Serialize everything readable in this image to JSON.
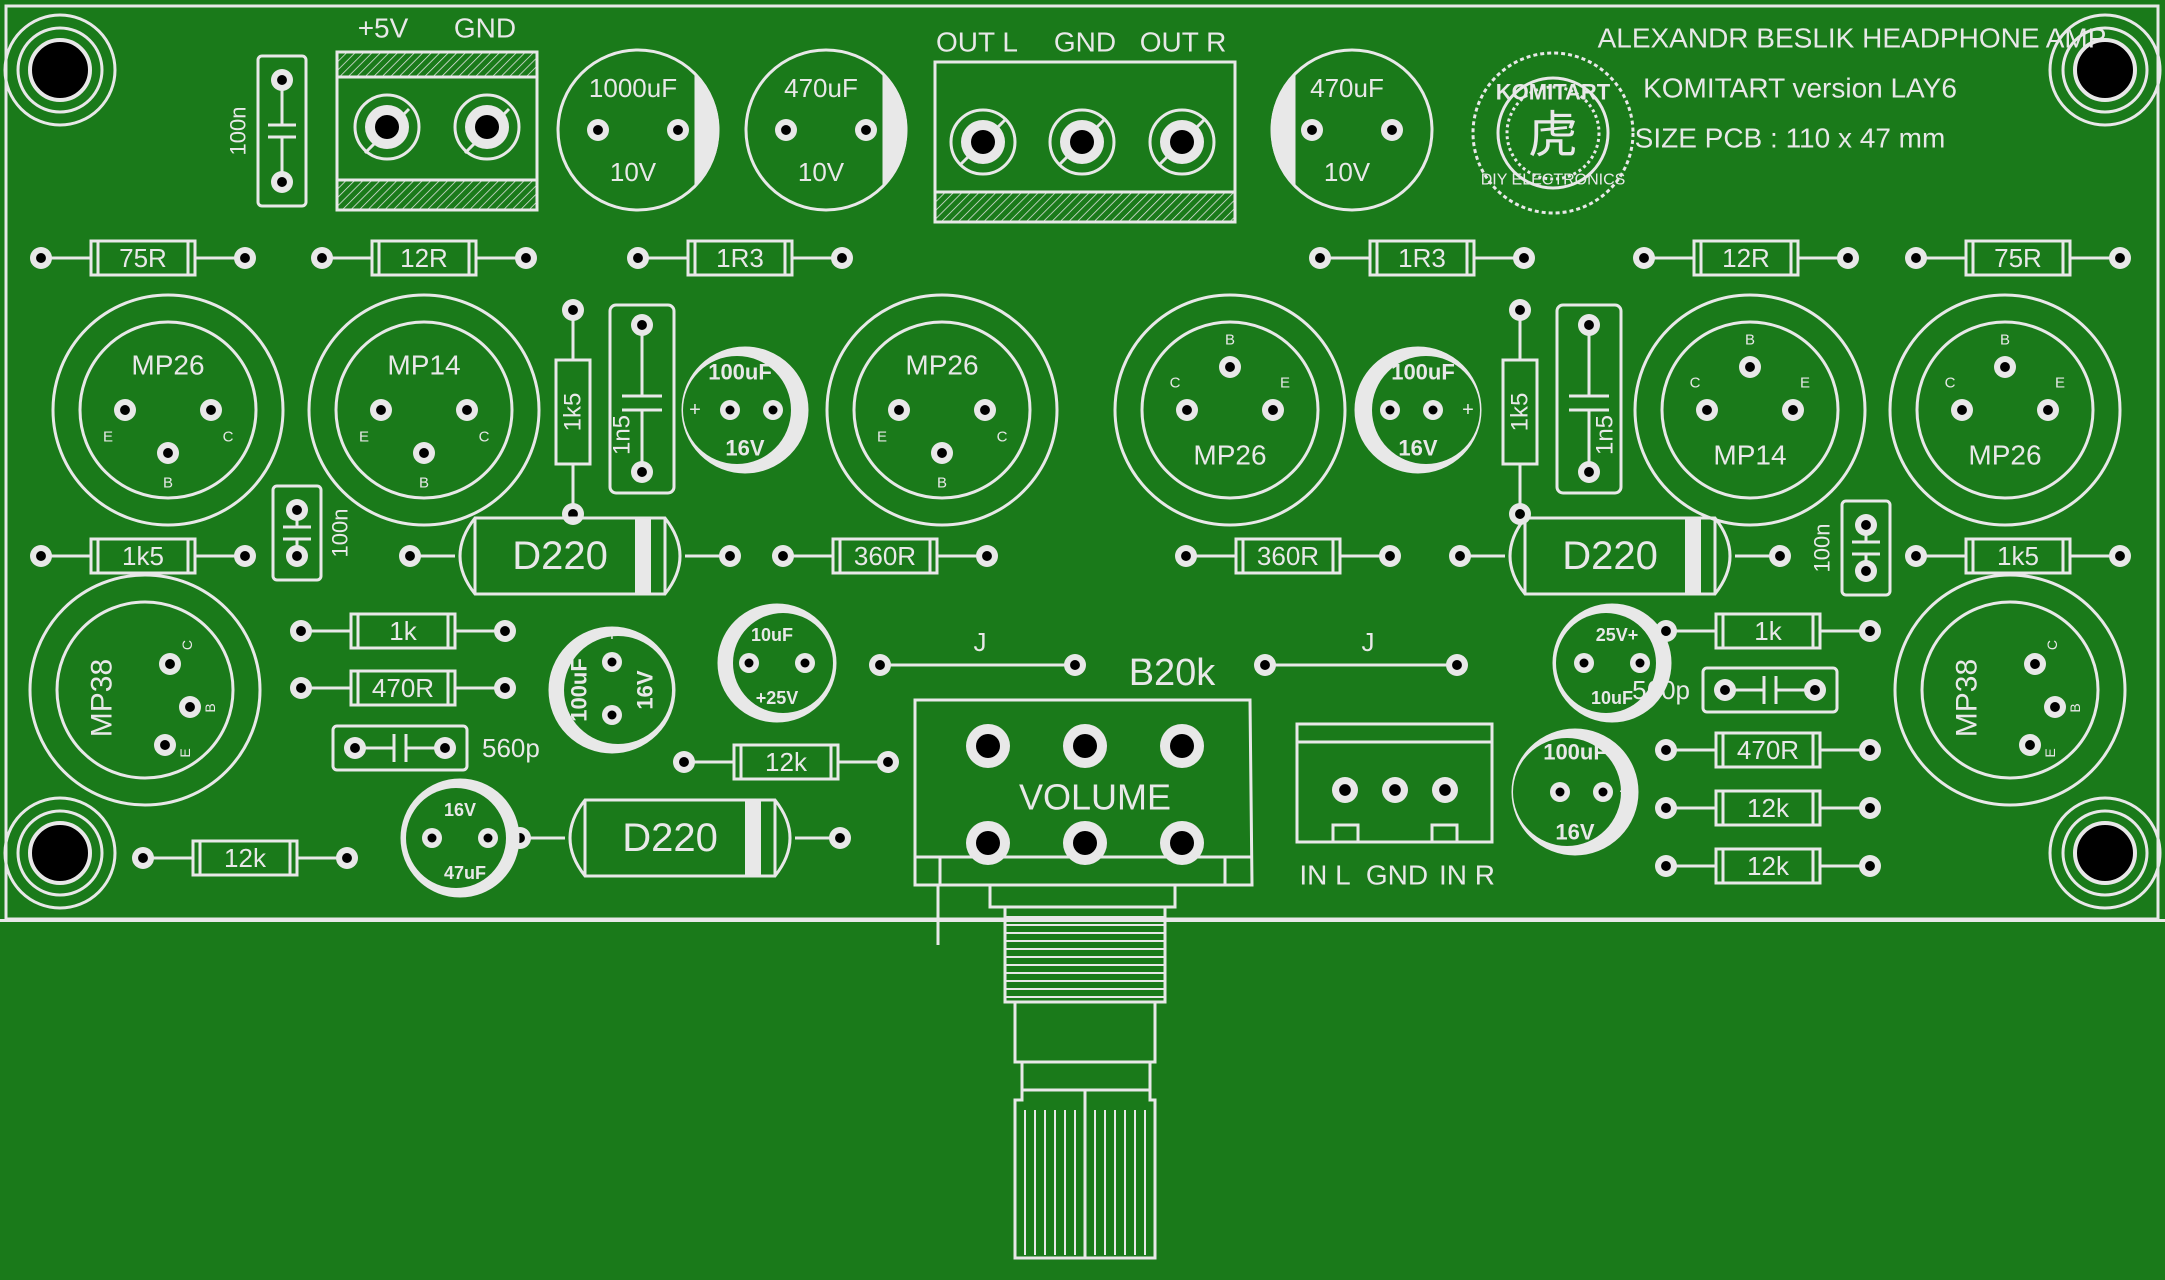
{
  "board": {
    "background": "#1a7a1a",
    "silk": "#e8e8e8",
    "title_lines": [
      "ALEXANDR BESLIK HEADPHONE AMP",
      "KOMITART version LAY6",
      "SIZE PCB : 110 x 47 mm"
    ]
  },
  "logo": {
    "ring_top": "KOMITART",
    "ring_bottom": "DIY ELECTRONICS",
    "glyph": "虎"
  },
  "connectors": {
    "power": {
      "labels": [
        "+5V",
        "GND"
      ]
    },
    "output": {
      "labels": [
        "OUT L",
        "GND",
        "OUT R"
      ]
    },
    "input": {
      "labels": [
        "IN L",
        "GND",
        "IN R"
      ]
    }
  },
  "potentiometer": {
    "value": "B20k",
    "label": "VOLUME",
    "jumpers": [
      "J",
      "J"
    ]
  },
  "resistors": [
    {
      "id": "r1",
      "value": "75R"
    },
    {
      "id": "r2",
      "value": "12R"
    },
    {
      "id": "r3",
      "value": "1R3"
    },
    {
      "id": "r4",
      "value": "1R3"
    },
    {
      "id": "r5",
      "value": "12R"
    },
    {
      "id": "r6",
      "value": "75R"
    },
    {
      "id": "r7",
      "value": "1k5"
    },
    {
      "id": "r8",
      "value": "1k5"
    },
    {
      "id": "r9",
      "value": "1k5"
    },
    {
      "id": "r10",
      "value": "360R"
    },
    {
      "id": "r11",
      "value": "360R"
    },
    {
      "id": "r12",
      "value": "1k5"
    },
    {
      "id": "r13",
      "value": "1k"
    },
    {
      "id": "r14",
      "value": "470R"
    },
    {
      "id": "r15",
      "value": "12k"
    },
    {
      "id": "r16",
      "value": "12k"
    },
    {
      "id": "r17",
      "value": "1k"
    },
    {
      "id": "r18",
      "value": "470R"
    },
    {
      "id": "r19",
      "value": "12k"
    },
    {
      "id": "r20",
      "value": "12k"
    }
  ],
  "transistors": [
    {
      "id": "q1",
      "label": "MP26",
      "pins": [
        "E",
        "B",
        "C"
      ]
    },
    {
      "id": "q2",
      "label": "MP14",
      "pins": [
        "E",
        "B",
        "C"
      ]
    },
    {
      "id": "q3",
      "label": "MP26",
      "pins": [
        "E",
        "B",
        "C"
      ]
    },
    {
      "id": "q4",
      "label": "MP26",
      "pins": [
        "C",
        "B",
        "E"
      ]
    },
    {
      "id": "q5",
      "label": "MP14",
      "pins": [
        "C",
        "B",
        "E"
      ]
    },
    {
      "id": "q6",
      "label": "MP26",
      "pins": [
        "C",
        "B",
        "E"
      ]
    },
    {
      "id": "q7",
      "label": "MP38",
      "pins": [
        "C",
        "B",
        "E"
      ]
    },
    {
      "id": "q8",
      "label": "MP38",
      "pins": [
        "C",
        "B",
        "E"
      ]
    }
  ],
  "electrolytics": [
    {
      "id": "c1",
      "cap": "1000uF",
      "volt": "10V"
    },
    {
      "id": "c2",
      "cap": "470uF",
      "volt": "10V"
    },
    {
      "id": "c3",
      "cap": "470uF",
      "volt": "10V"
    },
    {
      "id": "c4",
      "cap": "100uF",
      "volt": "16V",
      "plus": "+"
    },
    {
      "id": "c5",
      "cap": "100uF",
      "volt": "16V",
      "plus": "+"
    },
    {
      "id": "c6",
      "cap": "100uF",
      "volt": "16V",
      "plus": "+"
    },
    {
      "id": "c7",
      "cap": "10uF",
      "volt": "+25V"
    },
    {
      "id": "c8",
      "cap": "10uF",
      "volt": "25V+"
    },
    {
      "id": "c9",
      "cap": "47uF",
      "volt": "16V",
      "plus": "+"
    },
    {
      "id": "c10",
      "cap": "100uF",
      "volt": "16V",
      "plus": "+"
    }
  ],
  "small_caps": [
    {
      "id": "sc1",
      "value": "100n"
    },
    {
      "id": "sc2",
      "value": "100n"
    },
    {
      "id": "sc3",
      "value": "100n"
    },
    {
      "id": "sc4",
      "value": "1n5"
    },
    {
      "id": "sc5",
      "value": "1n5"
    },
    {
      "id": "sc6",
      "value": "560p"
    },
    {
      "id": "sc7",
      "value": "560p"
    },
    {
      "id": "sc8",
      "value": "1k5"
    },
    {
      "id": "sc9",
      "value": "1k5"
    }
  ],
  "diodes": [
    {
      "id": "d1",
      "value": "D220"
    },
    {
      "id": "d2",
      "value": "D220"
    },
    {
      "id": "d3",
      "value": "D220"
    }
  ]
}
